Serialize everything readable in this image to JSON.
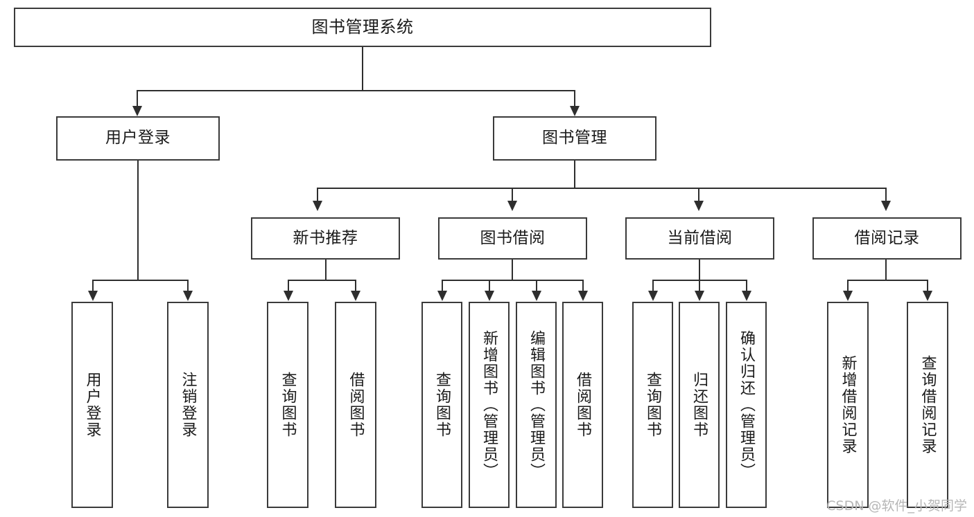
{
  "diagram": {
    "type": "tree",
    "title": "图书管理系统",
    "root": {
      "id": "root",
      "label": "图书管理系统"
    },
    "level2": [
      {
        "id": "user-login",
        "label": "用户登录"
      },
      {
        "id": "book-manage",
        "label": "图书管理"
      }
    ],
    "level3": [
      {
        "id": "new-book-rec",
        "label": "新书推荐",
        "parent": "book-manage"
      },
      {
        "id": "book-borrow",
        "label": "图书借阅",
        "parent": "book-manage"
      },
      {
        "id": "current-borrow",
        "label": "当前借阅",
        "parent": "book-manage"
      },
      {
        "id": "borrow-record",
        "label": "借阅记录",
        "parent": "book-manage"
      }
    ],
    "leaves": {
      "user_login": [
        {
          "id": "leaf-user-login",
          "label": "用户登录"
        },
        {
          "id": "leaf-user-logout",
          "label": "注销登录"
        }
      ],
      "new_book_rec": [
        {
          "id": "leaf-query-book-1",
          "label": "查询图书"
        },
        {
          "id": "leaf-borrow-book-1",
          "label": "借阅图书"
        }
      ],
      "book_borrow": [
        {
          "id": "leaf-query-book-2",
          "label": "查询图书"
        },
        {
          "id": "leaf-add-book",
          "label": "新增图书（管理员）"
        },
        {
          "id": "leaf-edit-book",
          "label": "编辑图书（管理员）"
        },
        {
          "id": "leaf-borrow-book-2",
          "label": "借阅图书"
        }
      ],
      "current_borrow": [
        {
          "id": "leaf-query-book-3",
          "label": "查询图书"
        },
        {
          "id": "leaf-return-book",
          "label": "归还图书"
        },
        {
          "id": "leaf-confirm-return",
          "label": "确认归还（管理员）"
        }
      ],
      "borrow_record": [
        {
          "id": "leaf-add-record",
          "label": "新增借阅记录"
        },
        {
          "id": "leaf-query-record",
          "label": "查询借阅记录"
        }
      ]
    }
  },
  "watermark": {
    "text": "CSDN @软件_小贺同学"
  },
  "colors": {
    "border": "#3a3a3a",
    "line": "#2e2e2e",
    "text": "#1a1a1a",
    "background": "#ffffff",
    "watermark": "#b6b6b6"
  }
}
